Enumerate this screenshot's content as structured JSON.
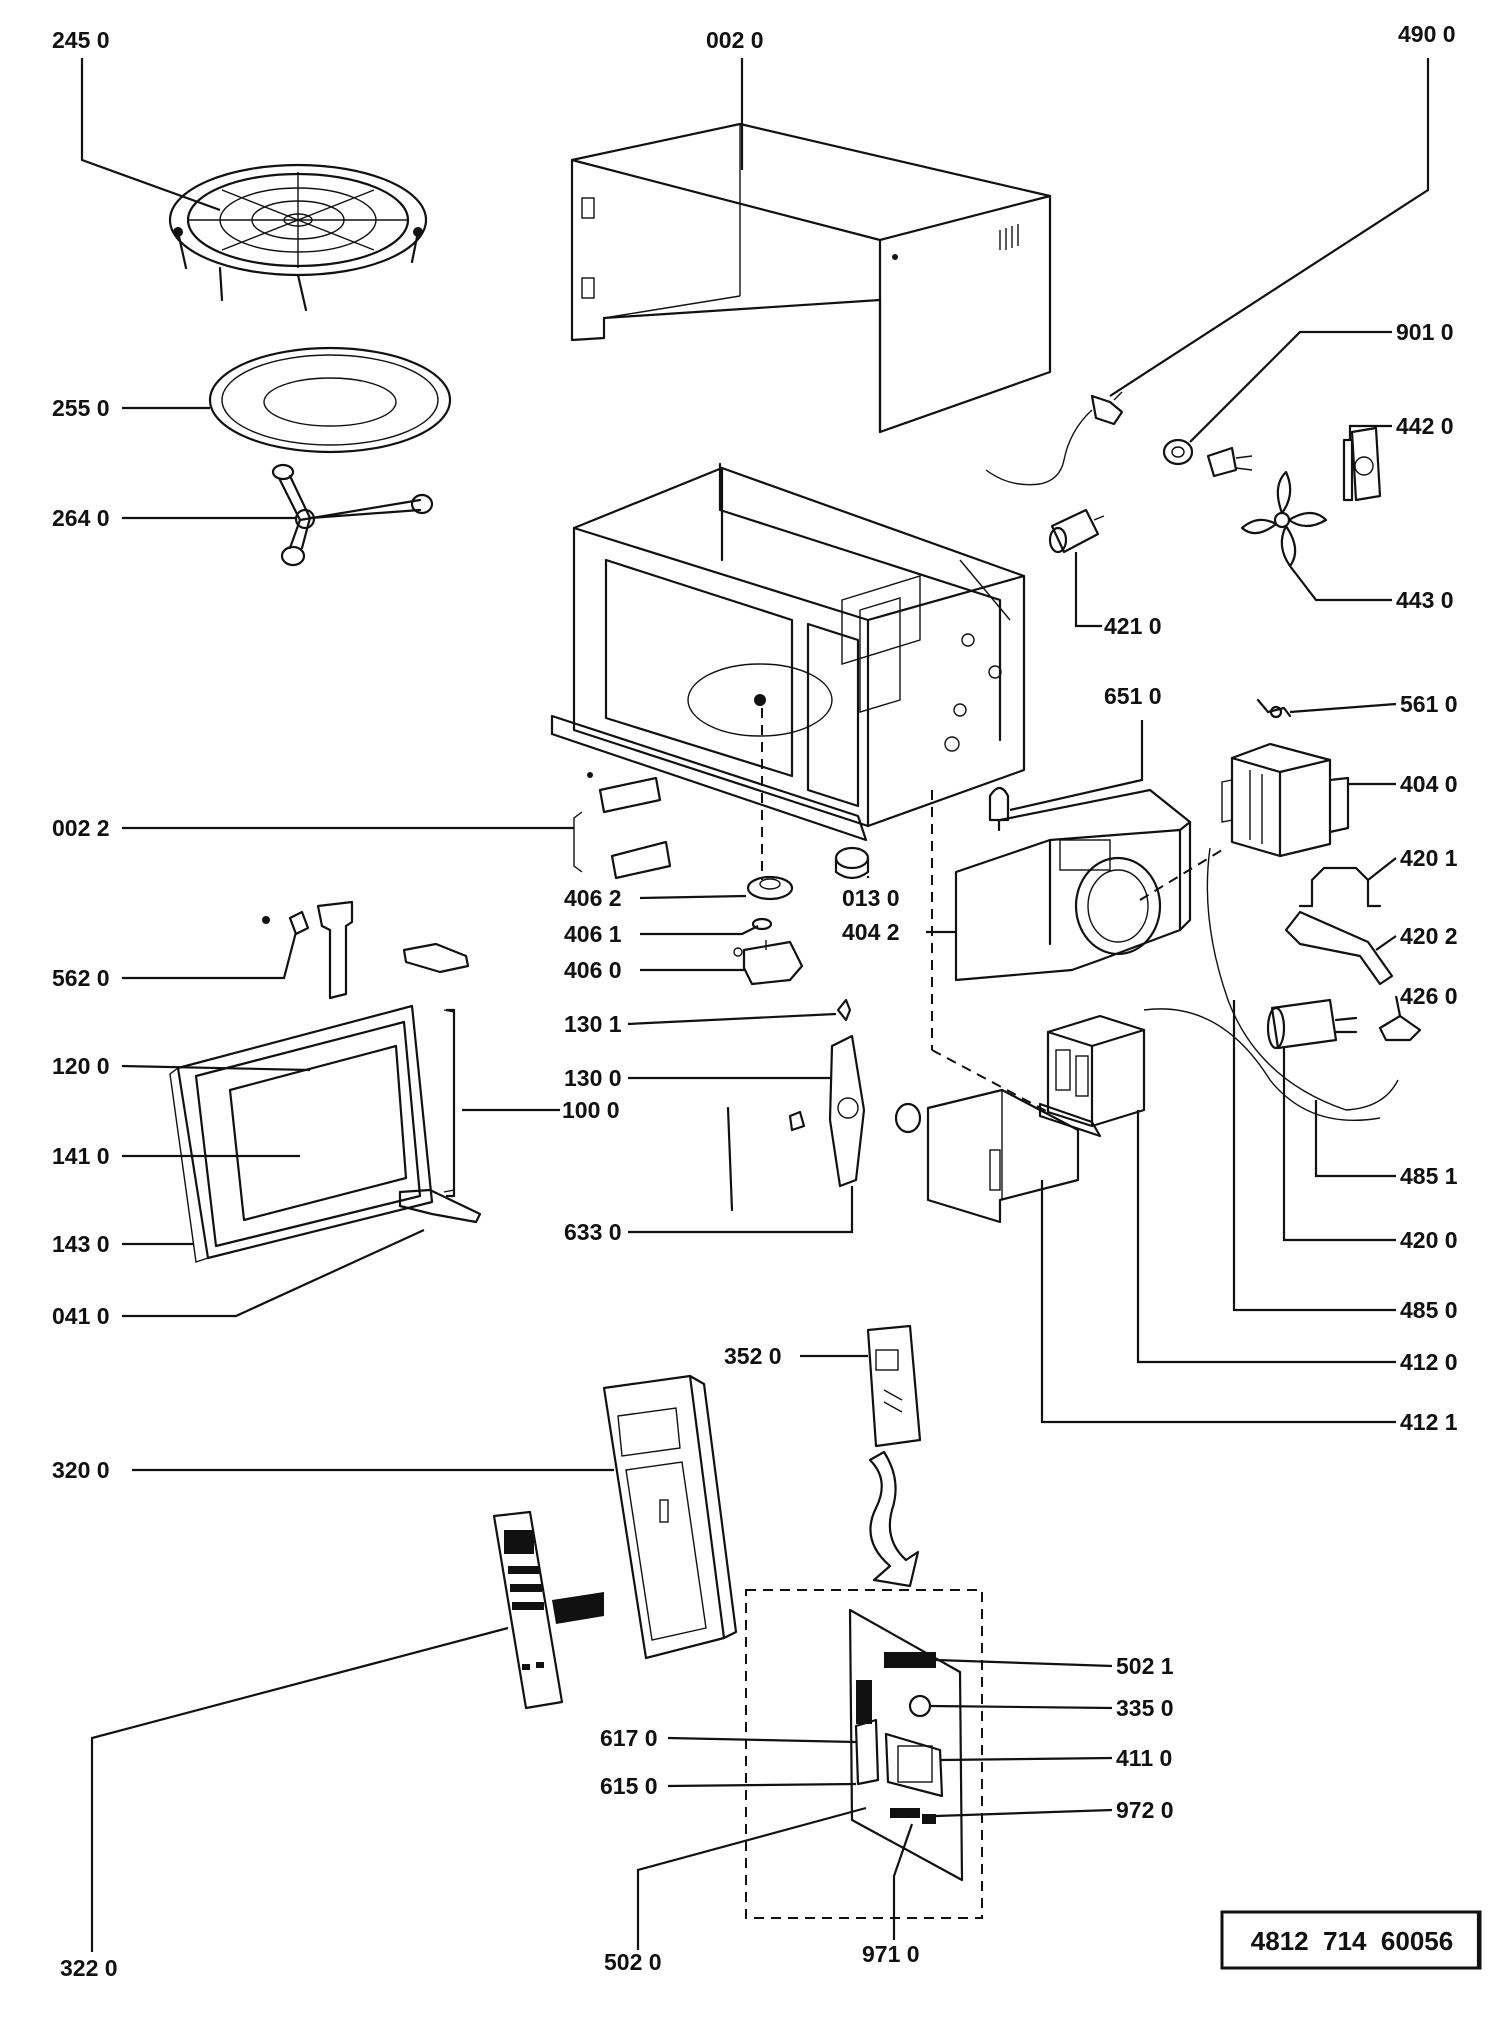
{
  "labels": {
    "l2450": "245 0",
    "l0020": "002 0",
    "l4900": "490 0",
    "l9010": "901 0",
    "l4420": "442 0",
    "l2550": "255 0",
    "l2640": "264 0",
    "l4430": "443 0",
    "l4210": "421 0",
    "l6510": "651 0",
    "l5610": "561 0",
    "l0022": "002 2",
    "l4040": "404 0",
    "l4201": "420 1",
    "l4062": "406 2",
    "l0130": "013 0",
    "l4061": "406 1",
    "l4042": "404 2",
    "l4202": "420 2",
    "l4060": "406 0",
    "l5620": "562 0",
    "l4260": "426 0",
    "l1301": "130 1",
    "l1200": "120 0",
    "l1300": "130 0",
    "l1000": "100 0",
    "l1410": "141 0",
    "l4851": "485 1",
    "l1430": "143 0",
    "l6330": "633 0",
    "l4200": "420 0",
    "l0410": "041 0",
    "l4850": "485 0",
    "l3520": "352 0",
    "l4120": "412 0",
    "l4121": "412 1",
    "l3200": "320 0",
    "l5021": "502 1",
    "l3350": "335 0",
    "l6170": "617 0",
    "l4110": "411 0",
    "l6150": "615 0",
    "l9720": "972 0",
    "l3220": "322 0",
    "l5020": "502 0",
    "l9710": "971 0"
  },
  "document_number": "4812  714  60056"
}
